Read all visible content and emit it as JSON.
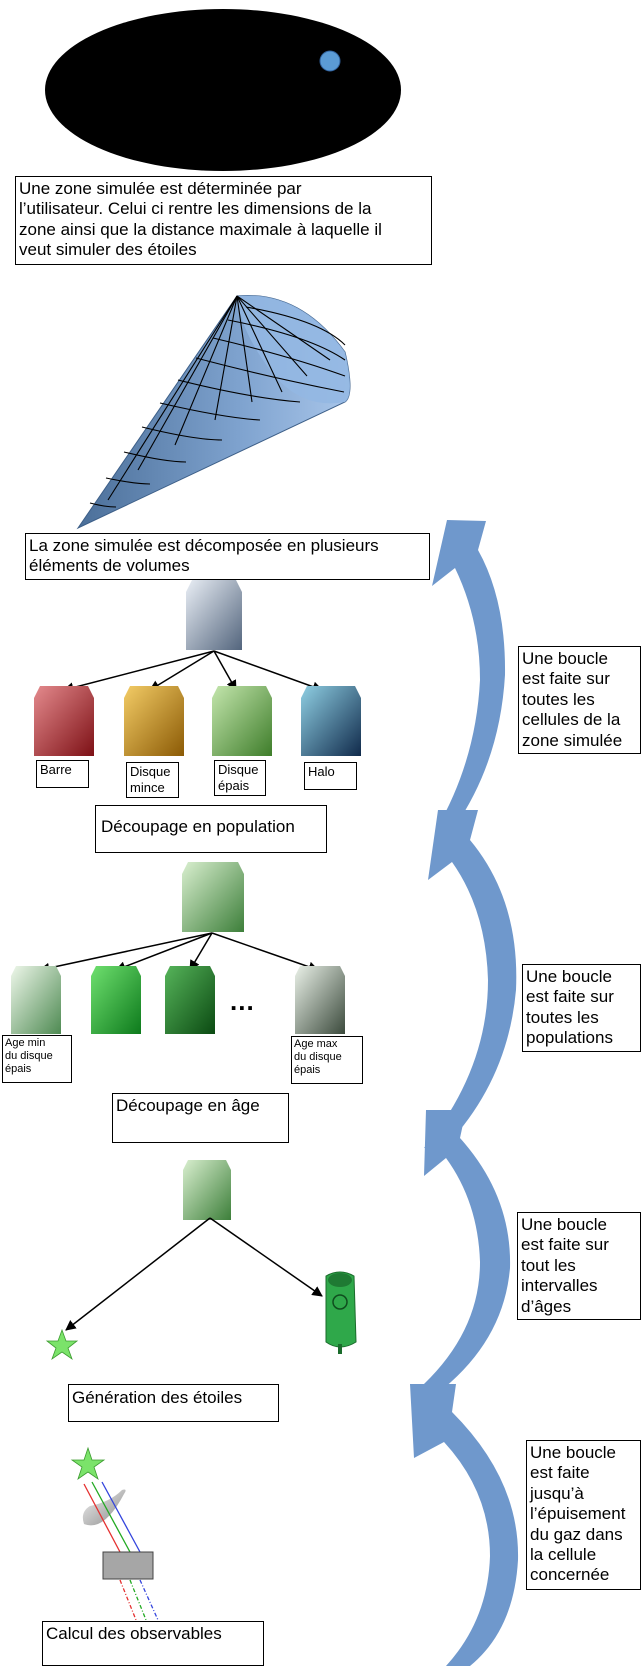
{
  "step1": {
    "text": "Une zone simulée est déterminée par\nl’utilisateur. Celui ci rentre les dimensions de la\nzone ainsi que la distance maximale à laquelle il\nveut simuler des étoiles"
  },
  "step2": {
    "text": "La zone simulée est décomposée en plusieurs\néléments de volumes"
  },
  "populations": {
    "labels": [
      "Barre",
      "Disque\nmince",
      "Disque\népais",
      "Halo"
    ],
    "cube_colors": [
      "#b3252a",
      "#c98d12",
      "#5fa23f",
      "#1f4a78"
    ],
    "caption": "Découpage en population"
  },
  "ages": {
    "min_label": "Age min\ndu disque\népais",
    "max_label": "Age max\ndu disque\népais",
    "ellipsis": "...",
    "caption": "Découpage en âge"
  },
  "generation": {
    "caption": "Génération des étoiles"
  },
  "observables": {
    "caption": "Calcul des observables"
  },
  "loops": [
    "Une boucle\nest faite sur\ntoutes les\ncellules de la\nzone simulée",
    "Une boucle\nest faite sur\ntoutes les\npopulations",
    "Une boucle\nest faite sur\ntout les\nintervalles\nd’âges",
    "Une boucle\nest faite\njusqu’à\nl’épuisement\ndu gaz dans\nla cellule\nconcernée"
  ],
  "colors": {
    "loop_arrow": "#6f98cc",
    "sky": "#000000",
    "star": "#7be36a",
    "cone": "#8db3e2"
  }
}
